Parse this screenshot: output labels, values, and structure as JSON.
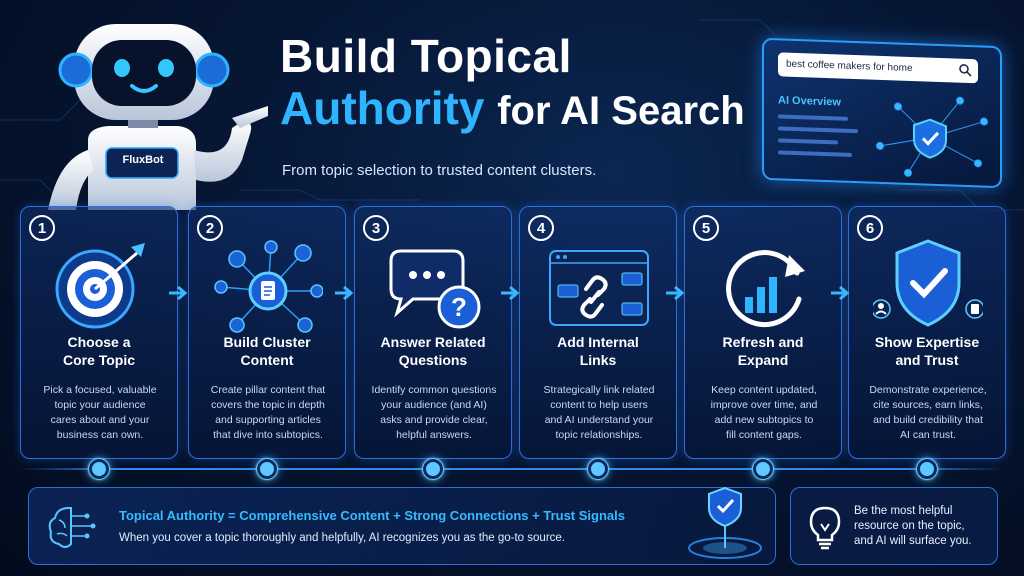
{
  "title": {
    "line1": "Build Topical",
    "highlight": "Authority",
    "rest": "for AI Search",
    "subtitle": "From topic selection to trusted content clusters."
  },
  "robot": {
    "badge": "FluxBot"
  },
  "ai_panel": {
    "search_query": "best coffee makers for home",
    "label": "AI Overview"
  },
  "steps": [
    {
      "number": "1",
      "title_l1": "Choose a",
      "title_l2": "Core Topic",
      "icon": "target-icon",
      "desc": [
        "Pick a focused, valuable",
        "topic your audience",
        "cares about and your",
        "business can own."
      ]
    },
    {
      "number": "2",
      "title_l1": "Build Cluster",
      "title_l2": "Content",
      "icon": "cluster-icon",
      "desc": [
        "Create pillar content that",
        "covers the topic in depth",
        "and supporting articles",
        "that dive into subtopics."
      ]
    },
    {
      "number": "3",
      "title_l1": "Answer Related",
      "title_l2": "Questions",
      "icon": "question-chat-icon",
      "desc": [
        "Identify common questions",
        "your audience (and AI)",
        "asks and provide clear,",
        "helpful answers."
      ]
    },
    {
      "number": "4",
      "title_l1": "Add Internal",
      "title_l2": "Links",
      "icon": "link-icon",
      "desc": [
        "Strategically link related",
        "content to help users",
        "and AI understand your",
        "topic relationships."
      ]
    },
    {
      "number": "5",
      "title_l1": "Refresh and",
      "title_l2": "Expand",
      "icon": "refresh-chart-icon",
      "desc": [
        "Keep content updated,",
        "improve over time, and",
        "add new subtopics to",
        "fill content gaps."
      ]
    },
    {
      "number": "6",
      "title_l1": "Show Expertise",
      "title_l2": "and Trust",
      "icon": "shield-check-icon",
      "desc": [
        "Demonstrate experience,",
        "cite sources, earn links,",
        "and build credibility that",
        "AI can trust."
      ]
    }
  ],
  "formula": {
    "headline": "Topical Authority = Comprehensive Content + Strong Connections + Trust Signals",
    "sub": "When you cover a topic thoroughly and helpfully, AI recognizes you as the go-to source."
  },
  "tip": {
    "lines": [
      "Be the most helpful",
      "resource on the topic,",
      "and AI will surface you."
    ]
  },
  "colors": {
    "accent": "#2fb4ff",
    "border": "#2c6fd8",
    "background": "#061634"
  }
}
